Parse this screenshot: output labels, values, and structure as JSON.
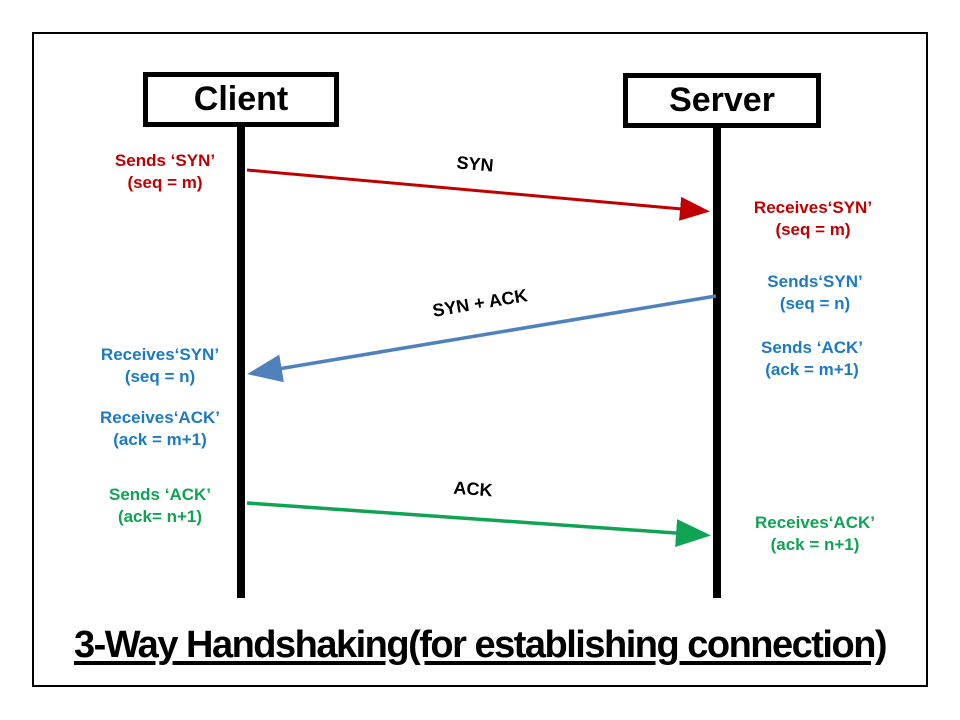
{
  "title": {
    "text": "3-Way Handshaking(for establishing connection)"
  },
  "actors": {
    "client": "Client",
    "server": "Server"
  },
  "colors": {
    "ink": "#000000",
    "syn_red": "#C00000",
    "syn_ack_blue_arrow": "#4F81BD",
    "syn_ack_blue_text": "#1B7AC2",
    "ack_green": "#0FA454"
  },
  "steps": [
    {
      "arrow_label": "SYN",
      "from": "client",
      "to": "server",
      "color": "#C00000",
      "sender_note": [
        "Sends ‘SYN’",
        "(seq = m)"
      ],
      "receiver_note": [
        "Receives‘SYN’",
        "(seq = m)"
      ]
    },
    {
      "arrow_label": "SYN + ACK",
      "from": "server",
      "to": "client",
      "arrow_color": "#4F81BD",
      "text_color": "#1B7AC2",
      "sender_notes": [
        [
          "Sends‘SYN’",
          "(seq = n)"
        ],
        [
          "Sends ‘ACK’",
          "(ack = m+1)"
        ]
      ],
      "receiver_notes": [
        [
          "Receives‘SYN’",
          "(seq = n)"
        ],
        [
          "Receives‘ACK’",
          "(ack = m+1)"
        ]
      ]
    },
    {
      "arrow_label": "ACK",
      "from": "client",
      "to": "server",
      "color": "#0FA454",
      "sender_note": [
        "Sends ‘ACK’",
        "(ack= n+1)"
      ],
      "receiver_note": [
        "Receives‘ACK’",
        "(ack = n+1)"
      ]
    }
  ]
}
